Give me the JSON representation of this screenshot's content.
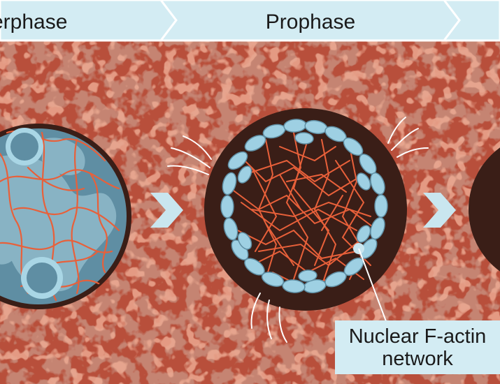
{
  "header": {
    "stages": [
      {
        "label": "erphase"
      },
      {
        "label": "Prophase"
      }
    ]
  },
  "callout": {
    "line1": "Nuclear F-actin",
    "line2": "network"
  },
  "colors": {
    "background": "#b8503a",
    "background_dark": "#8e3a2a",
    "background_light": "#d7684c",
    "header": "#d3ecf3",
    "header_border": "#ffffff",
    "nucleus_interphase": "#5f8ea3",
    "nucleus_interphase_fill": "#88b3c4",
    "nucleus_prophase": "#3a1e17",
    "actin": "#e8603a",
    "chromosome": "#9ed0e3",
    "arrow": "#c9e6ef"
  }
}
